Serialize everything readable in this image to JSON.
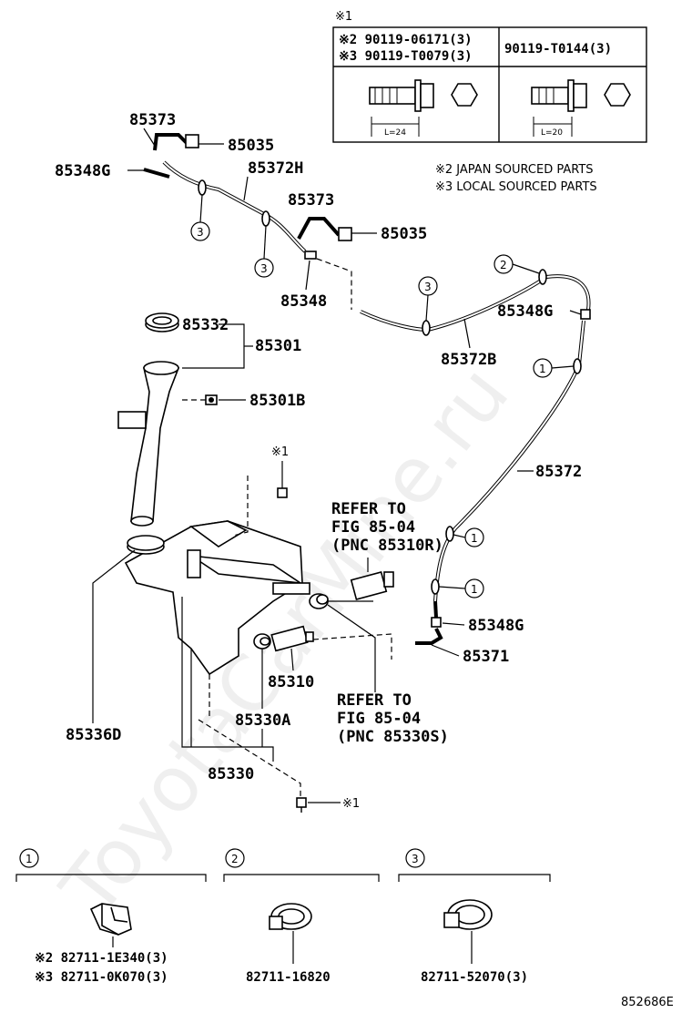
{
  "fastener_table": {
    "header_note": "※1",
    "col1_line1": "※2 90119-06171(3)",
    "col1_line2": "※3 90119-T0079(3)",
    "col2": "90119-T0144(3)",
    "len1": "L=24",
    "len2": "L=20"
  },
  "source_notes": {
    "japan": "※2 JAPAN SOURCED PARTS",
    "local": "※3 LOCAL SOURCED PARTS"
  },
  "part_labels": {
    "p85373_a": "85373",
    "p85035_a": "85035",
    "p85348g_a": "85348G",
    "p85372h": "85372H",
    "p85373_b": "85373",
    "p85035_b": "85035",
    "p85348": "85348",
    "p85332": "85332",
    "p85301": "85301",
    "p85301b": "85301B",
    "p85372b": "85372B",
    "p85348g_b": "85348G",
    "p85372": "85372",
    "p85348g_c": "85348G",
    "p85371": "85371",
    "p85310": "85310",
    "p85330a": "85330A",
    "p85336d": "85336D",
    "p85330": "85330",
    "star1_top": "※1",
    "star1_bottom": "※1"
  },
  "references": {
    "ref1_line1": "REFER TO",
    "ref1_line2": "FIG 85-04",
    "ref1_line3": "(PNC 85310R)",
    "ref2_line1": "REFER TO",
    "ref2_line2": "FIG 85-04",
    "ref2_line3": "(PNC 85330S)"
  },
  "clip_callouts": {
    "c1": "1",
    "c2": "2",
    "c3": "3"
  },
  "clamp_legend": {
    "n1": "1",
    "n2": "2",
    "n3": "3",
    "part1_line1": "※2 82711-1E340(3)",
    "part1_line2": "※3 82711-0K070(3)",
    "part2": "82711-16820",
    "part3": "82711-52070(3)"
  },
  "figure_code": "852686E",
  "watermark": "ToyotaCarMine.ru"
}
